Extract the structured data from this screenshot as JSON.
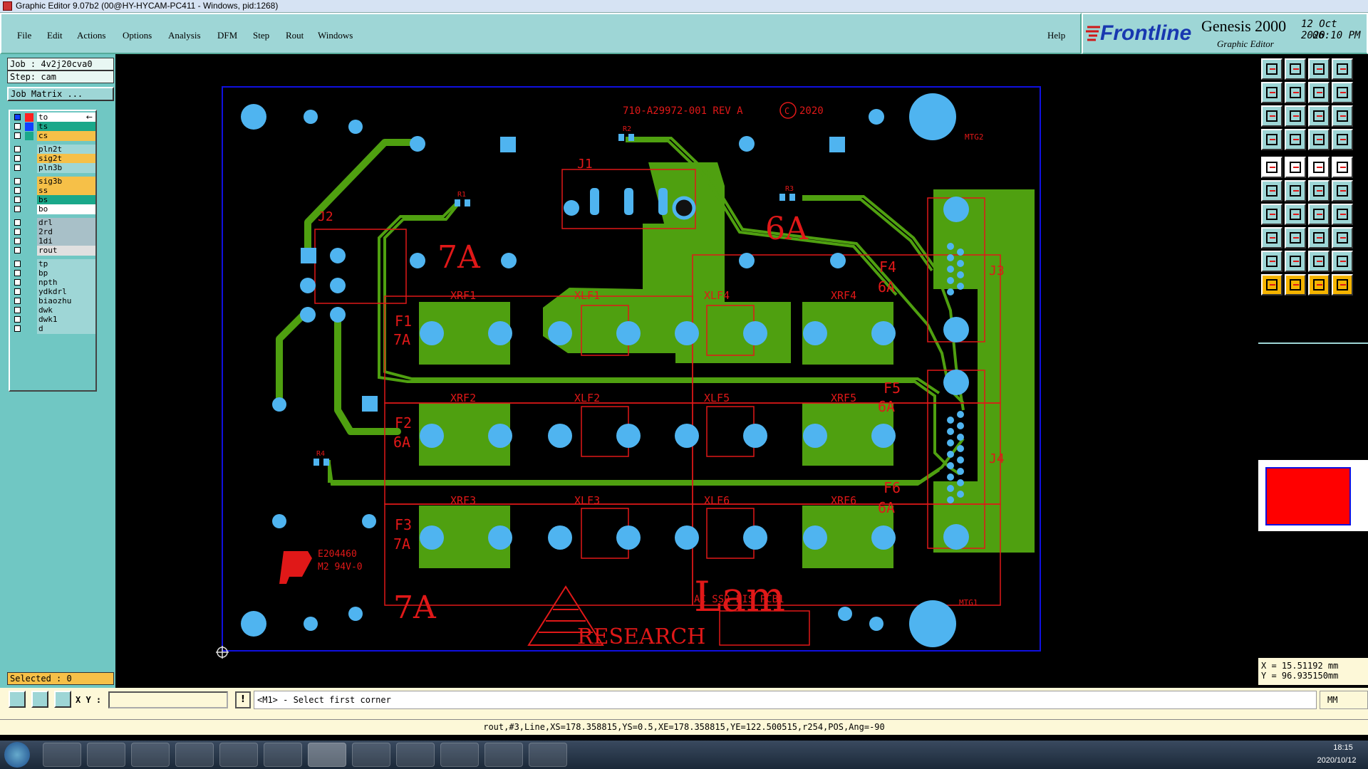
{
  "window": {
    "title": "Graphic Editor 9.07b2 (00@HY-HYCAM-PC411 - Windows, pid:1268)"
  },
  "menu": {
    "items": [
      "File",
      "Edit",
      "Actions",
      "Options",
      "Analysis",
      "DFM",
      "Step",
      "Rout",
      "Windows"
    ],
    "help": "Help"
  },
  "brand": {
    "logo": "Frontline",
    "product": "Genesis 2000",
    "subtitle": "Graphic Editor",
    "date": "12 Oct 2020",
    "time": "06:10 PM"
  },
  "job": {
    "job": "Job : 4v2j20cva0",
    "step": "Step: cam",
    "matrix": "Job Matrix ..."
  },
  "layers": [
    {
      "name": "to",
      "color": "#ff2020",
      "bg": "#ffffff",
      "arrow": "←"
    },
    {
      "name": "ts",
      "color": "#1040ff",
      "bg": "#1aa88a"
    },
    {
      "name": "cs",
      "color": "#1aa88a",
      "bg": "#f6c048"
    },
    {
      "name": "pln2t",
      "color": "",
      "bg": "#9ed6d6"
    },
    {
      "name": "sig2t",
      "color": "",
      "bg": "#f6c048"
    },
    {
      "name": "pln3b",
      "color": "",
      "bg": "#9ed6d6"
    },
    {
      "name": "sig3b",
      "color": "",
      "bg": "#f6c048"
    },
    {
      "name": "ss",
      "color": "",
      "bg": "#f6c048"
    },
    {
      "name": "bs",
      "color": "",
      "bg": "#1aa88a"
    },
    {
      "name": "bo",
      "color": "",
      "bg": "#ffffff"
    },
    {
      "name": "drl",
      "color": "",
      "bg": "#a8c0c8"
    },
    {
      "name": "2rd",
      "color": "",
      "bg": "#a8c0c8"
    },
    {
      "name": "1di",
      "color": "",
      "bg": "#a8c0c8"
    },
    {
      "name": "rout",
      "color": "",
      "bg": "#e0e0e0"
    },
    {
      "name": "tp",
      "color": "",
      "bg": "#9ed6d6"
    },
    {
      "name": "bp",
      "color": "",
      "bg": "#9ed6d6"
    },
    {
      "name": "npth",
      "color": "",
      "bg": "#9ed6d6"
    },
    {
      "name": "ydkdrl",
      "color": "",
      "bg": "#9ed6d6"
    },
    {
      "name": "biaozhu",
      "color": "",
      "bg": "#9ed6d6"
    },
    {
      "name": "dwk",
      "color": "",
      "bg": "#9ed6d6"
    },
    {
      "name": "dwk1",
      "color": "",
      "bg": "#9ed6d6"
    },
    {
      "name": "d",
      "color": "",
      "bg": "#9ed6d6"
    }
  ],
  "selected": "Selected : 0",
  "coords": {
    "x": "X =  15.51192 mm",
    "y": "Y =  96.935150mm"
  },
  "prompt": {
    "xy_label": "X Y :",
    "message": "<M1> - Select first corner",
    "units": "MM"
  },
  "status": "rout,#3,Line,XS=178.358815,YS=0.5,XE=178.358815,YE=122.500515,r254,POS,Ang=-90",
  "board": {
    "part_number": "710-A29972-001 REV A",
    "copyright": "2020",
    "labels": [
      "J1",
      "J2",
      "J3",
      "J4",
      "R1",
      "R2",
      "R3",
      "R4",
      "MTG1",
      "MTG2"
    ],
    "fuses": [
      {
        "f": "F1",
        "a": "7A"
      },
      {
        "f": "F2",
        "a": "6A"
      },
      {
        "f": "F3",
        "a": "7A"
      },
      {
        "f": "F4",
        "a": "6A"
      },
      {
        "f": "F5",
        "a": "6A"
      },
      {
        "f": "F6",
        "a": "6A"
      }
    ],
    "pads": [
      "XRF1",
      "XLF1",
      "XLF4",
      "XRF4",
      "XRF2",
      "XLF2",
      "XLF5",
      "XRF5",
      "XRF3",
      "XLF3",
      "XLF6",
      "XRF6"
    ],
    "big_labels": [
      "7A",
      "6A",
      "7A"
    ],
    "ul": "E204460",
    "ul2": "M2 94V-0",
    "lam": "Lam",
    "research": "RESEARCH",
    "board_name": "AC SSR DIS PCB1"
  },
  "clock": {
    "time": "18:15",
    "date": "2020/10/12"
  }
}
